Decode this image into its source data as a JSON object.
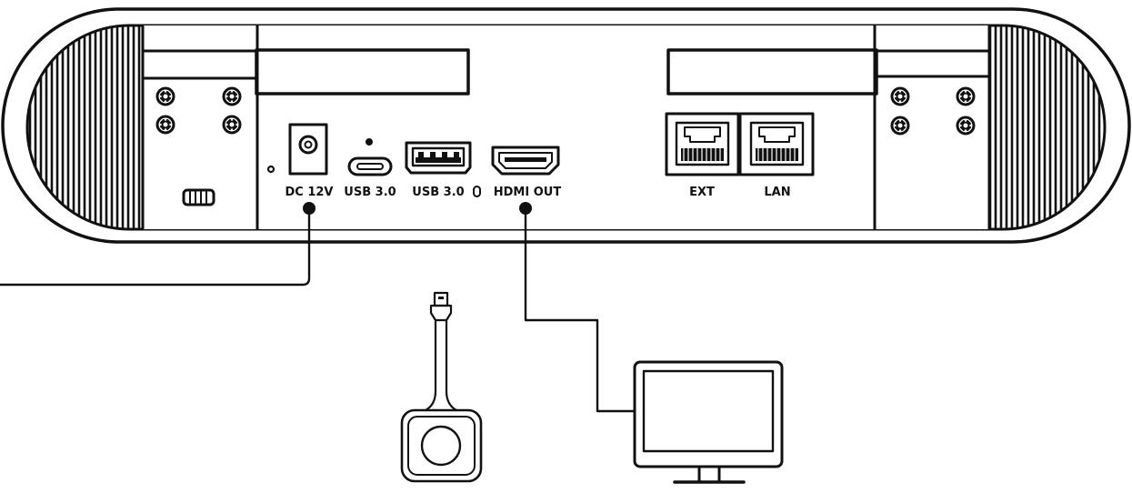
{
  "colors": {
    "stroke": "#111111",
    "background": "#ffffff"
  },
  "ports": {
    "dc": "DC 12V",
    "usb_c": "USB 3.0",
    "usb_a": "USB 3.0",
    "hdmi": "HDMI OUT",
    "ext": "EXT",
    "lan": "LAN"
  },
  "icons": {
    "wireless_dongle": "usb-dongle-button-icon",
    "monitor": "monitor-icon"
  }
}
